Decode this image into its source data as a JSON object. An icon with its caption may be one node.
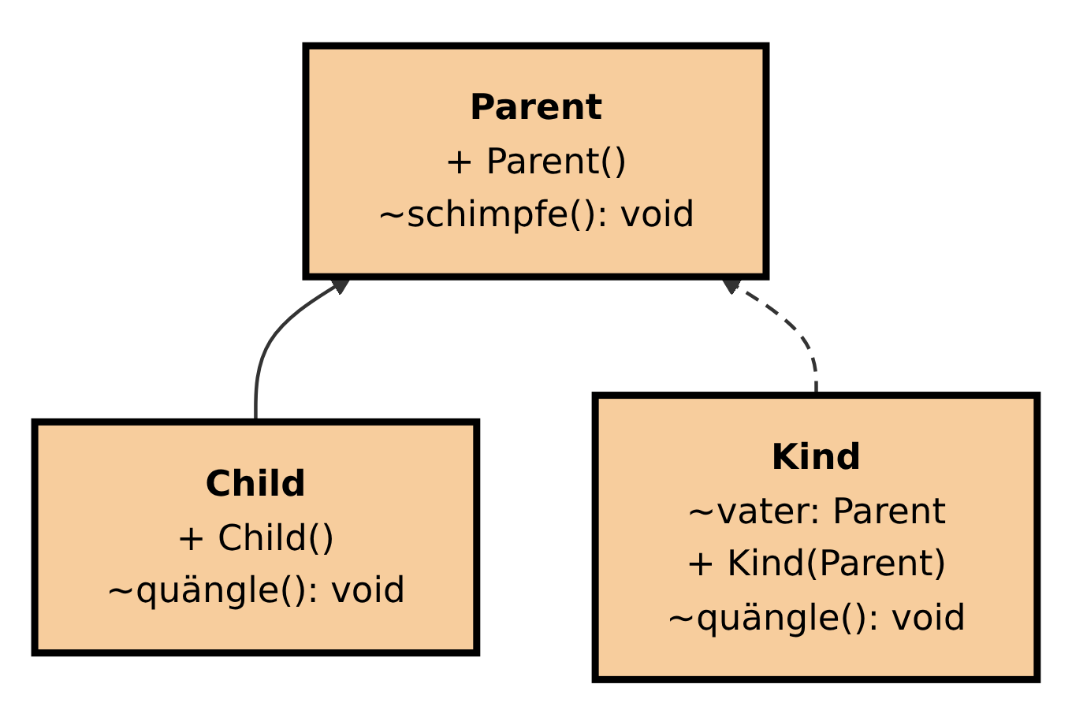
{
  "diagram": {
    "nodes": [
      {
        "text": [
          "Parent",
          "+ Parent()",
          "~schimpfe(): void"
        ]
      },
      {
        "text": [
          "Child",
          "+ Child()",
          "~quängle(): void"
        ]
      },
      {
        "text": [
          "Kind",
          "~vater: Parent",
          "+ Kind(Parent)",
          "~quängle(): void"
        ]
      }
    ],
    "edges": [
      {
        "from": 1,
        "to": 0,
        "arrow": "to"
      },
      {
        "from": 2,
        "to": 0,
        "arrow": "to",
        "style": "dashed"
      }
    ]
  }
}
